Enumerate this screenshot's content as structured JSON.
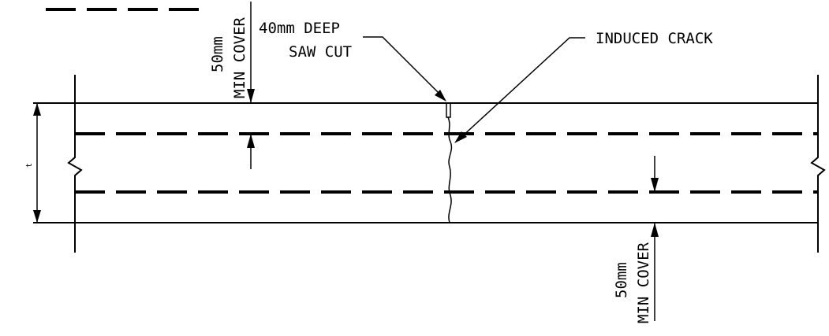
{
  "labels": {
    "saw_cut_line1": "40mm DEEP",
    "saw_cut_line2": "SAW CUT",
    "induced_crack": "INDUCED CRACK",
    "top_cover_line1": "50mm",
    "top_cover_line2": "MIN COVER",
    "bottom_cover_line1": "50mm",
    "bottom_cover_line2": "MIN COVER",
    "thickness": "t"
  },
  "colors": {
    "line": "#000000",
    "background": "#ffffff"
  }
}
